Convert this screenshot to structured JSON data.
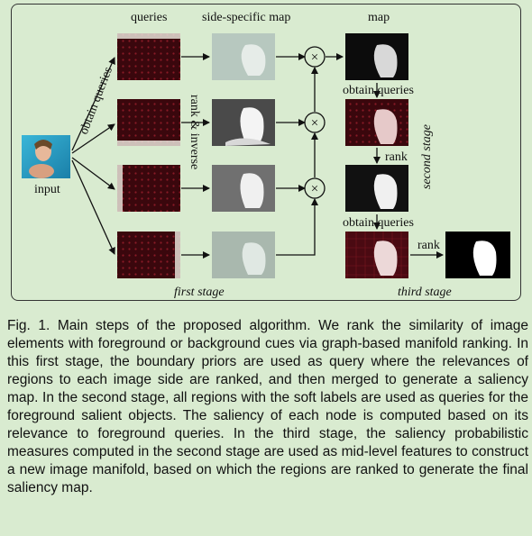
{
  "figure": {
    "labels": {
      "queries": "queries",
      "side_specific_map": "side-specific map",
      "map": "map",
      "obtain_queries_diag": "obtain queries",
      "rank_inverse": "rank & inverse",
      "input": "input",
      "obtain_queries_1": "obtain queries",
      "rank": "rank",
      "obtain_queries_2": "obtain queries",
      "rank_final": "rank",
      "second_stage": "second stage",
      "first_stage": "first stage",
      "third_stage": "third stage",
      "multiply_symbol": "×"
    },
    "colors": {
      "panel_border": "#333333",
      "background": "#d9ebd0",
      "query_red": "#5a0c14",
      "water_blue": "#2a9fc4"
    }
  },
  "caption": "Fig. 1. Main steps of the proposed algorithm. We rank the similarity of image elements with foreground or background cues via graph-based manifold ranking. In this first stage, the boundary priors are used as query where the relevances of regions to each image side are ranked, and then merged to generate a saliency map. In the second stage, all regions with the soft labels are used as queries for the foreground salient objects. The saliency of each node is computed based on its relevance to foreground queries. In the third stage, the saliency probabilistic measures computed in the second stage are used as mid-level features to construct a new image manifold, based on which the regions are ranked to generate the final saliency map."
}
